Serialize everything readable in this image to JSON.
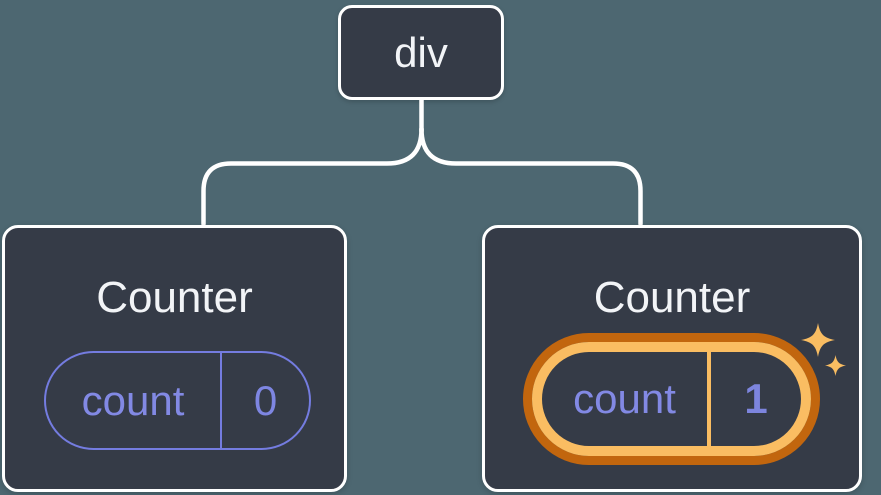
{
  "diagram": {
    "description": "Component tree with a div root and two Counter children; second Counter state is highlighted as updated",
    "root": {
      "label": "div"
    },
    "children": [
      {
        "title": "Counter",
        "state": {
          "key": "count",
          "value": "0"
        },
        "highlighted": false
      },
      {
        "title": "Counter",
        "state": {
          "key": "count",
          "value": "1"
        },
        "highlighted": true
      }
    ]
  },
  "colors": {
    "background": "#4d6771",
    "node_fill": "#353b47",
    "outline_white": "#ffffff",
    "text_white": "#f2f4f7",
    "state_purple": "#7e86e2",
    "state_purple_stroke": "#747ce0",
    "highlight_orange_dark": "#c2660e",
    "highlight_orange_light": "#fabd62",
    "sparkle_orange": "#f9bd62"
  }
}
